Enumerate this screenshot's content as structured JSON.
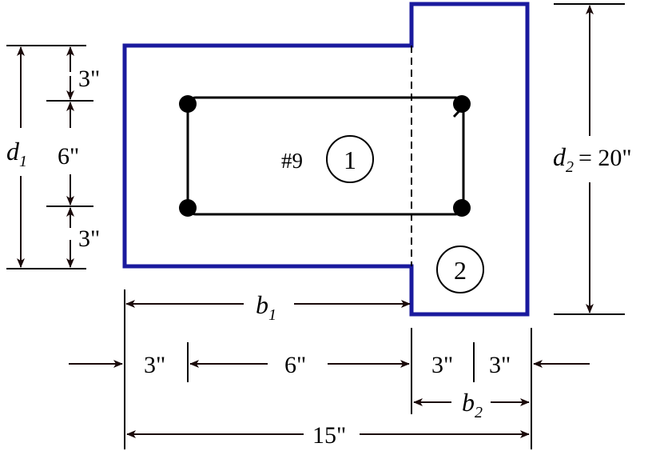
{
  "colors": {
    "outline": "#1a1a9e",
    "line": "#000000",
    "arrow": "#1a0a0a"
  },
  "labels": {
    "bar": "#9",
    "region_1": "1",
    "region_2": "2",
    "d1_symbol": "d",
    "d1_sub": "1",
    "d2_symbol": "d",
    "d2_sub": "2",
    "d2_value": "= 20\"",
    "b1_symbol": "b",
    "b1_sub": "1",
    "b2_symbol": "b",
    "b2_sub": "2"
  },
  "left_dims": {
    "top": "3\"",
    "mid": "6\"",
    "bottom": "3\""
  },
  "bottom_dims": {
    "a": "3\"",
    "b": "6\"",
    "c": "3\"",
    "d": "3\"",
    "total": "15\""
  }
}
